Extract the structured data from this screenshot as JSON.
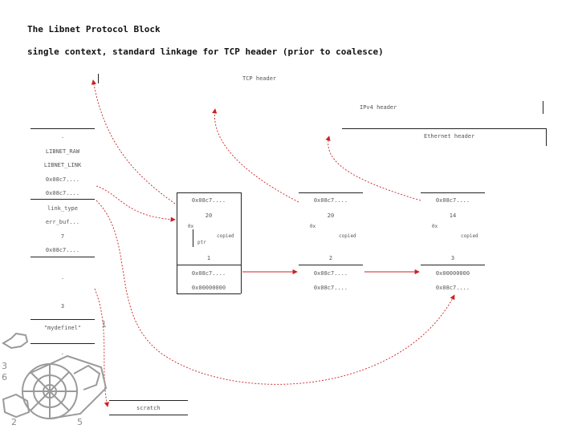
{
  "header": {
    "title": "The Libnet Protocol Block",
    "subtitle": "single context, standard linkage for TCP header (prior to coalesce)"
  },
  "labels": {
    "tcp_header": "TCP header",
    "ipv4_header": "IPv4 header",
    "ethernet_header": "Ethernet header",
    "scratch": "scratch"
  },
  "context_stack": [
    ".",
    "LIBNET_RAW",
    "LIBNET_LINK",
    "0x08c7....",
    "0x08c7....",
    "link_type",
    "err_buf...",
    "7",
    "0x08c7....",
    ".",
    "3",
    "\"mydefinel\"",
    "."
  ],
  "blocks": [
    {
      "id": "tcp",
      "addr": "0x08c7....",
      "size": "20",
      "flag_a": "0x",
      "flag_b": "ptr",
      "copied": "copied",
      "index": "1",
      "next": "0x08c7....",
      "prev": "0x00000000"
    },
    {
      "id": "ipv4",
      "addr": "0x08c7....",
      "size": "20",
      "flag_a": "0x",
      "flag_b": "",
      "copied": "copied",
      "index": "2",
      "next": "0x08c7....",
      "prev": "0x08c7...."
    },
    {
      "id": "eth",
      "addr": "0x08c7....",
      "size": "14",
      "flag_a": "0x",
      "flag_b": "",
      "copied": "copied",
      "index": "3",
      "next": "0x00000000",
      "prev": "0x08c7...."
    }
  ],
  "gear_numbers": [
    "1",
    "3",
    "6",
    "2",
    "5"
  ],
  "colors": {
    "arrow": "#cc2222",
    "rule": "#222222",
    "faint_text": "#555555",
    "gear": "#9a9a9a"
  }
}
